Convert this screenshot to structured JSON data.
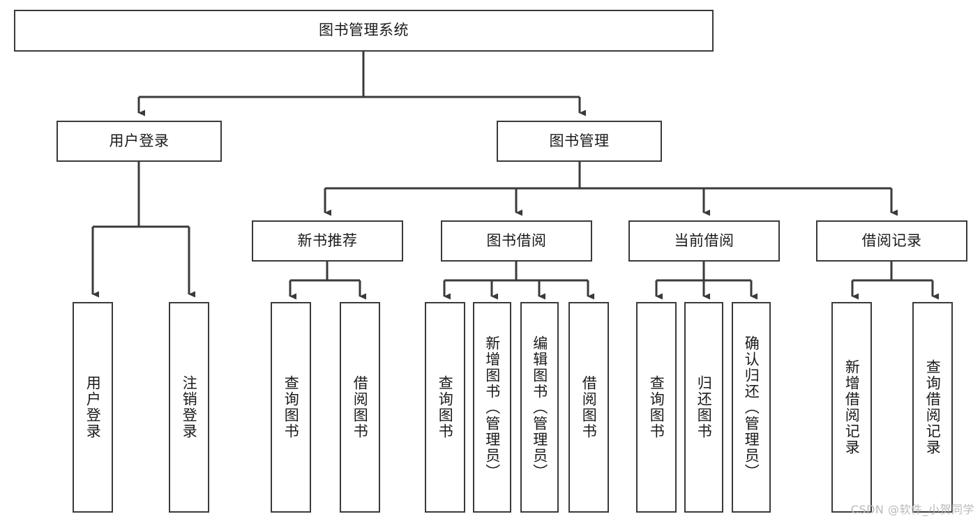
{
  "diagram": {
    "title": "图书管理系统",
    "watermark": "CSDN @软件_小贺同学",
    "line_color": "#3a3a3a",
    "box_fill": "#ffffff",
    "text_color": "#1a1a1a",
    "watermark_color": "#b9b9b9",
    "root": {
      "label": "图书管理系统"
    },
    "level2": [
      {
        "label": "用户登录"
      },
      {
        "label": "图书管理"
      }
    ],
    "level3": [
      {
        "label": "新书推荐"
      },
      {
        "label": "图书借阅"
      },
      {
        "label": "当前借阅"
      },
      {
        "label": "借阅记录"
      }
    ],
    "leaves": {
      "user_login": [
        {
          "label": "用户登录"
        },
        {
          "label": "注销登录"
        }
      ],
      "new_book": [
        {
          "label": "查询图书"
        },
        {
          "label": "借阅图书"
        }
      ],
      "book_borrow": [
        {
          "label": "查询图书"
        },
        {
          "label": "新增图书（管理员）"
        },
        {
          "label": "编辑图书（管理员）"
        },
        {
          "label": "借阅图书"
        }
      ],
      "current_borrow": [
        {
          "label": "查询图书"
        },
        {
          "label": "归还图书"
        },
        {
          "label": "确认归还（管理员）"
        }
      ],
      "borrow_record": [
        {
          "label": "新增借阅记录"
        },
        {
          "label": "查询借阅记录"
        }
      ]
    }
  }
}
